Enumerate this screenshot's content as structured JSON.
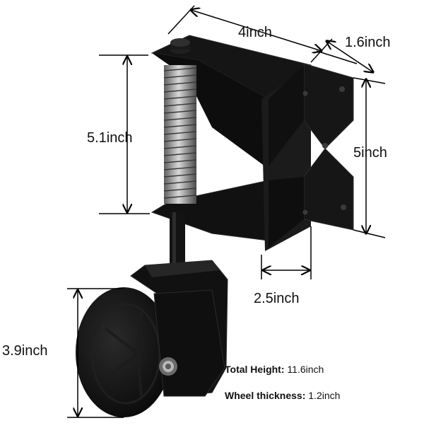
{
  "dimensions": {
    "top_length": "4inch",
    "bracket_depth": "1.6inch",
    "spring_height": "5.1inch",
    "plate_height": "5inch",
    "plate_width": "2.5inch",
    "wheel_diameter": "3.9inch"
  },
  "specs": {
    "total_height_label": "Total Height:",
    "total_height_value": "11.6inch",
    "wheel_thickness_label": "Wheel thickness:",
    "wheel_thickness_value": "1.2inch"
  },
  "colors": {
    "product": "#111111",
    "product_edge": "#2a2a2a",
    "spring": "#9a9a9a",
    "dimension_line": "#000000"
  }
}
